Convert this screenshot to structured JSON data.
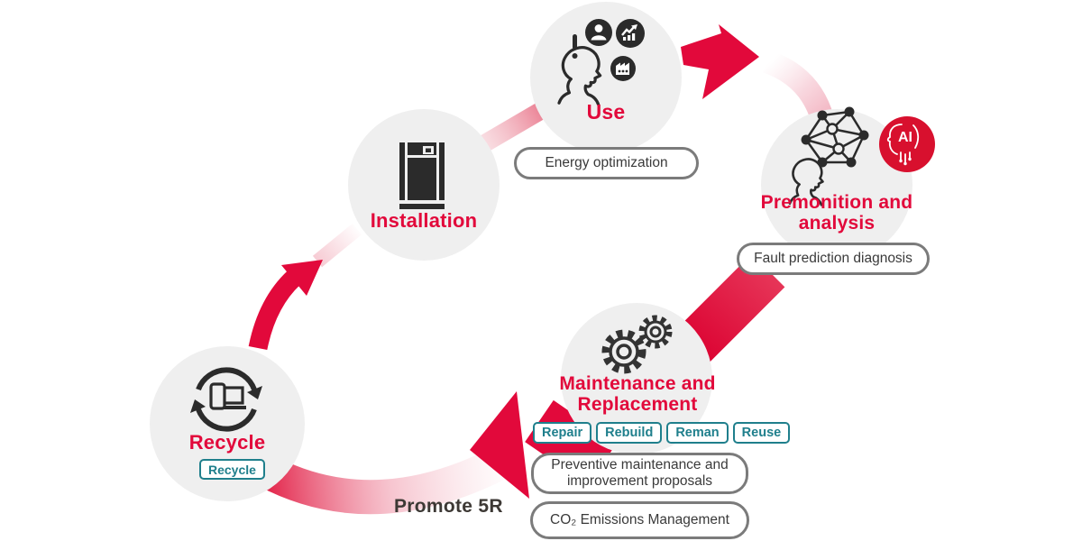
{
  "colors": {
    "accent_red": "#e2093b",
    "teal": "#1f7f8c",
    "circle_gray": "#efefef",
    "pill_border": "#7b7b7b",
    "icon_dark": "#2b2b2b"
  },
  "stages": {
    "use": {
      "label": "Use",
      "pill": "Energy optimization",
      "icon": "person-thinking-alert-icon"
    },
    "premonition": {
      "label_lines": [
        "Premonition and",
        "analysis"
      ],
      "pill": "Fault prediction diagnosis",
      "badge": "AI",
      "icon": "person-network-icon",
      "badge_icon": "ai-head-circuit-icon"
    },
    "maintenance": {
      "label_lines": [
        "Maintenance and",
        "Replacement"
      ],
      "tags": [
        "Repair",
        "Rebuild",
        "Reman",
        "Reuse"
      ],
      "pills": [
        "Preventive maintenance and improvement proposals",
        "CO₂ Emissions Management"
      ],
      "icon": "gears-icon"
    },
    "recycle": {
      "label": "Recycle",
      "tag": "Recycle",
      "icon": "recycle-devices-icon"
    },
    "installation": {
      "label": "Installation",
      "icon": "equipment-cabinet-icon"
    }
  },
  "caption": "Promote 5R"
}
